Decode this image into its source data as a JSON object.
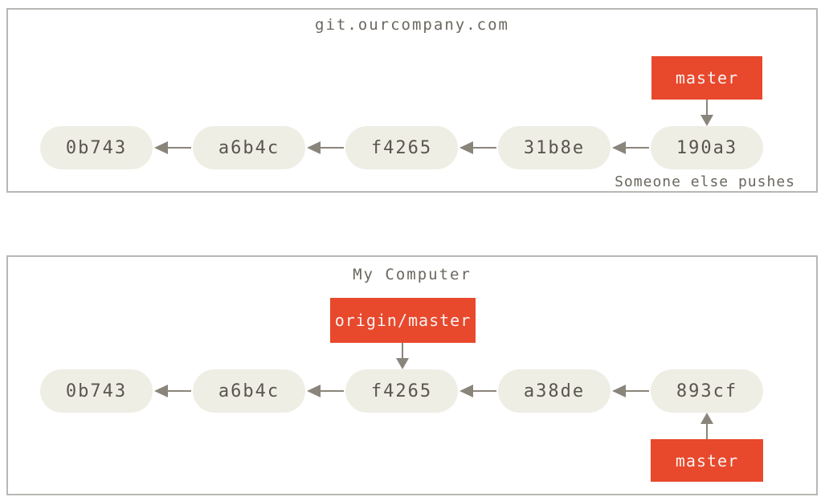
{
  "colors": {
    "panel_border": "#b9b7b4",
    "node_bg": "#efeee5",
    "node_text": "#59554e",
    "branch_bg": "#e8482c",
    "branch_text": "#f7f3f1",
    "arrow": "#8a857b",
    "muted_text": "#6b675f",
    "page_bg": "#ffffff"
  },
  "panels": [
    {
      "title": "git.ourcompany.com",
      "nodes": [
        "0b743",
        "a6b4c",
        "f4265",
        "31b8e",
        "190a3"
      ],
      "branches": [
        {
          "label": "master",
          "points_to": "190a3",
          "position": "above"
        }
      ],
      "caption": "Someone else pushes"
    },
    {
      "title": "My Computer",
      "nodes": [
        "0b743",
        "a6b4c",
        "f4265",
        "a38de",
        "893cf"
      ],
      "branches": [
        {
          "label": "origin/master",
          "points_to": "f4265",
          "position": "above"
        },
        {
          "label": "master",
          "points_to": "893cf",
          "position": "below"
        }
      ],
      "caption": ""
    }
  ]
}
